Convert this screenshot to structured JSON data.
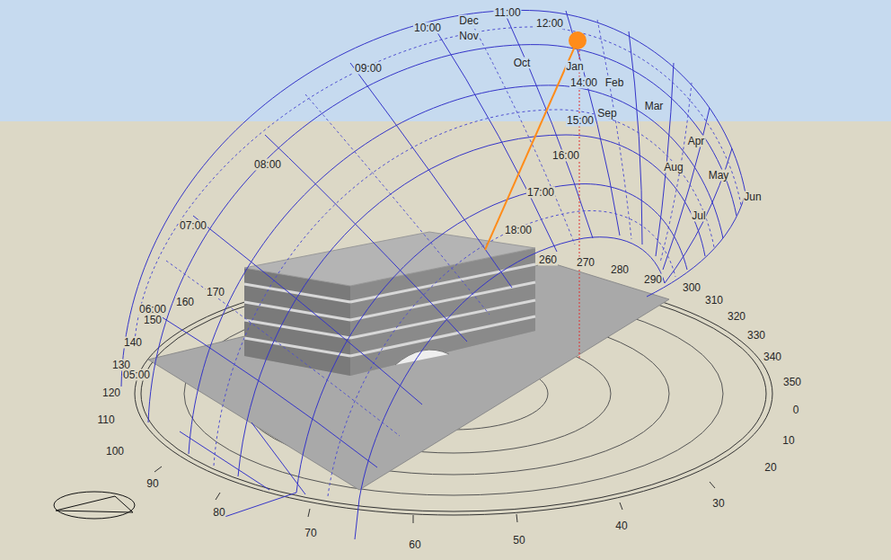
{
  "diagram": {
    "labels": [
      "11:00",
      "12:00",
      "10:00",
      "Dec",
      "Nov",
      "Oct",
      "Jan",
      "14:00",
      "Feb",
      "Mar",
      "Sep",
      "15:00",
      "Apr",
      "16:00",
      "Aug",
      "May",
      "Jun",
      "17:00",
      "Jul",
      "09:00",
      "08:00",
      "07:00",
      "06:00",
      "05:00",
      "18:00",
      "170",
      "160",
      "150",
      "140",
      "130",
      "120",
      "110",
      "100",
      "90",
      "80",
      "70",
      "60",
      "50",
      "40",
      "30",
      "20",
      "10",
      "0",
      "350",
      "340",
      "330",
      "320",
      "310",
      "300",
      "290",
      "280",
      "270",
      "260"
    ]
  }
}
